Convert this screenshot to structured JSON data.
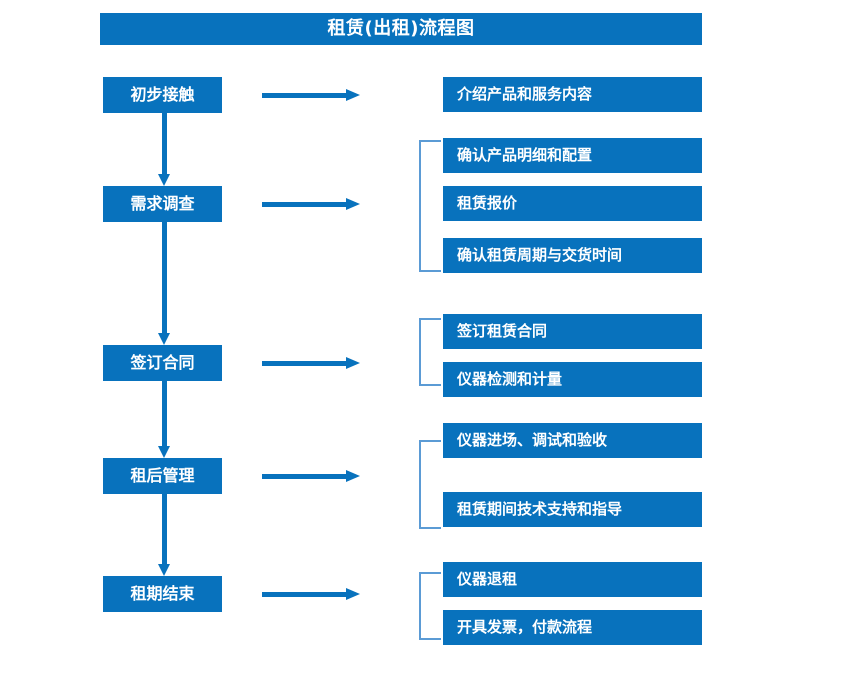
{
  "diagram": {
    "title": "租赁(出租)流程图",
    "accent_color": "#0872BD",
    "bracket_color": "#5B9BD5",
    "background_color": "#FFFFFF",
    "stages": [
      {
        "id": "stage-1",
        "label": "初步接触"
      },
      {
        "id": "stage-2",
        "label": "需求调查"
      },
      {
        "id": "stage-3",
        "label": "签订合同"
      },
      {
        "id": "stage-4",
        "label": "租后管理"
      },
      {
        "id": "stage-5",
        "label": "租期结束"
      }
    ],
    "details": {
      "group1": [
        {
          "label": "介绍产品和服务内容"
        }
      ],
      "group2": [
        {
          "label": "确认产品明细和配置"
        },
        {
          "label": "租赁报价"
        },
        {
          "label": "确认租赁周期与交货时间"
        }
      ],
      "group3": [
        {
          "label": "签订租赁合同"
        },
        {
          "label": "仪器检测和计量"
        }
      ],
      "group4": [
        {
          "label": "仪器进场、调试和验收"
        },
        {
          "label": "租赁期间技术支持和指导"
        }
      ],
      "group5": [
        {
          "label": "仪器退租"
        },
        {
          "label": "开具发票，付款流程"
        }
      ]
    }
  }
}
